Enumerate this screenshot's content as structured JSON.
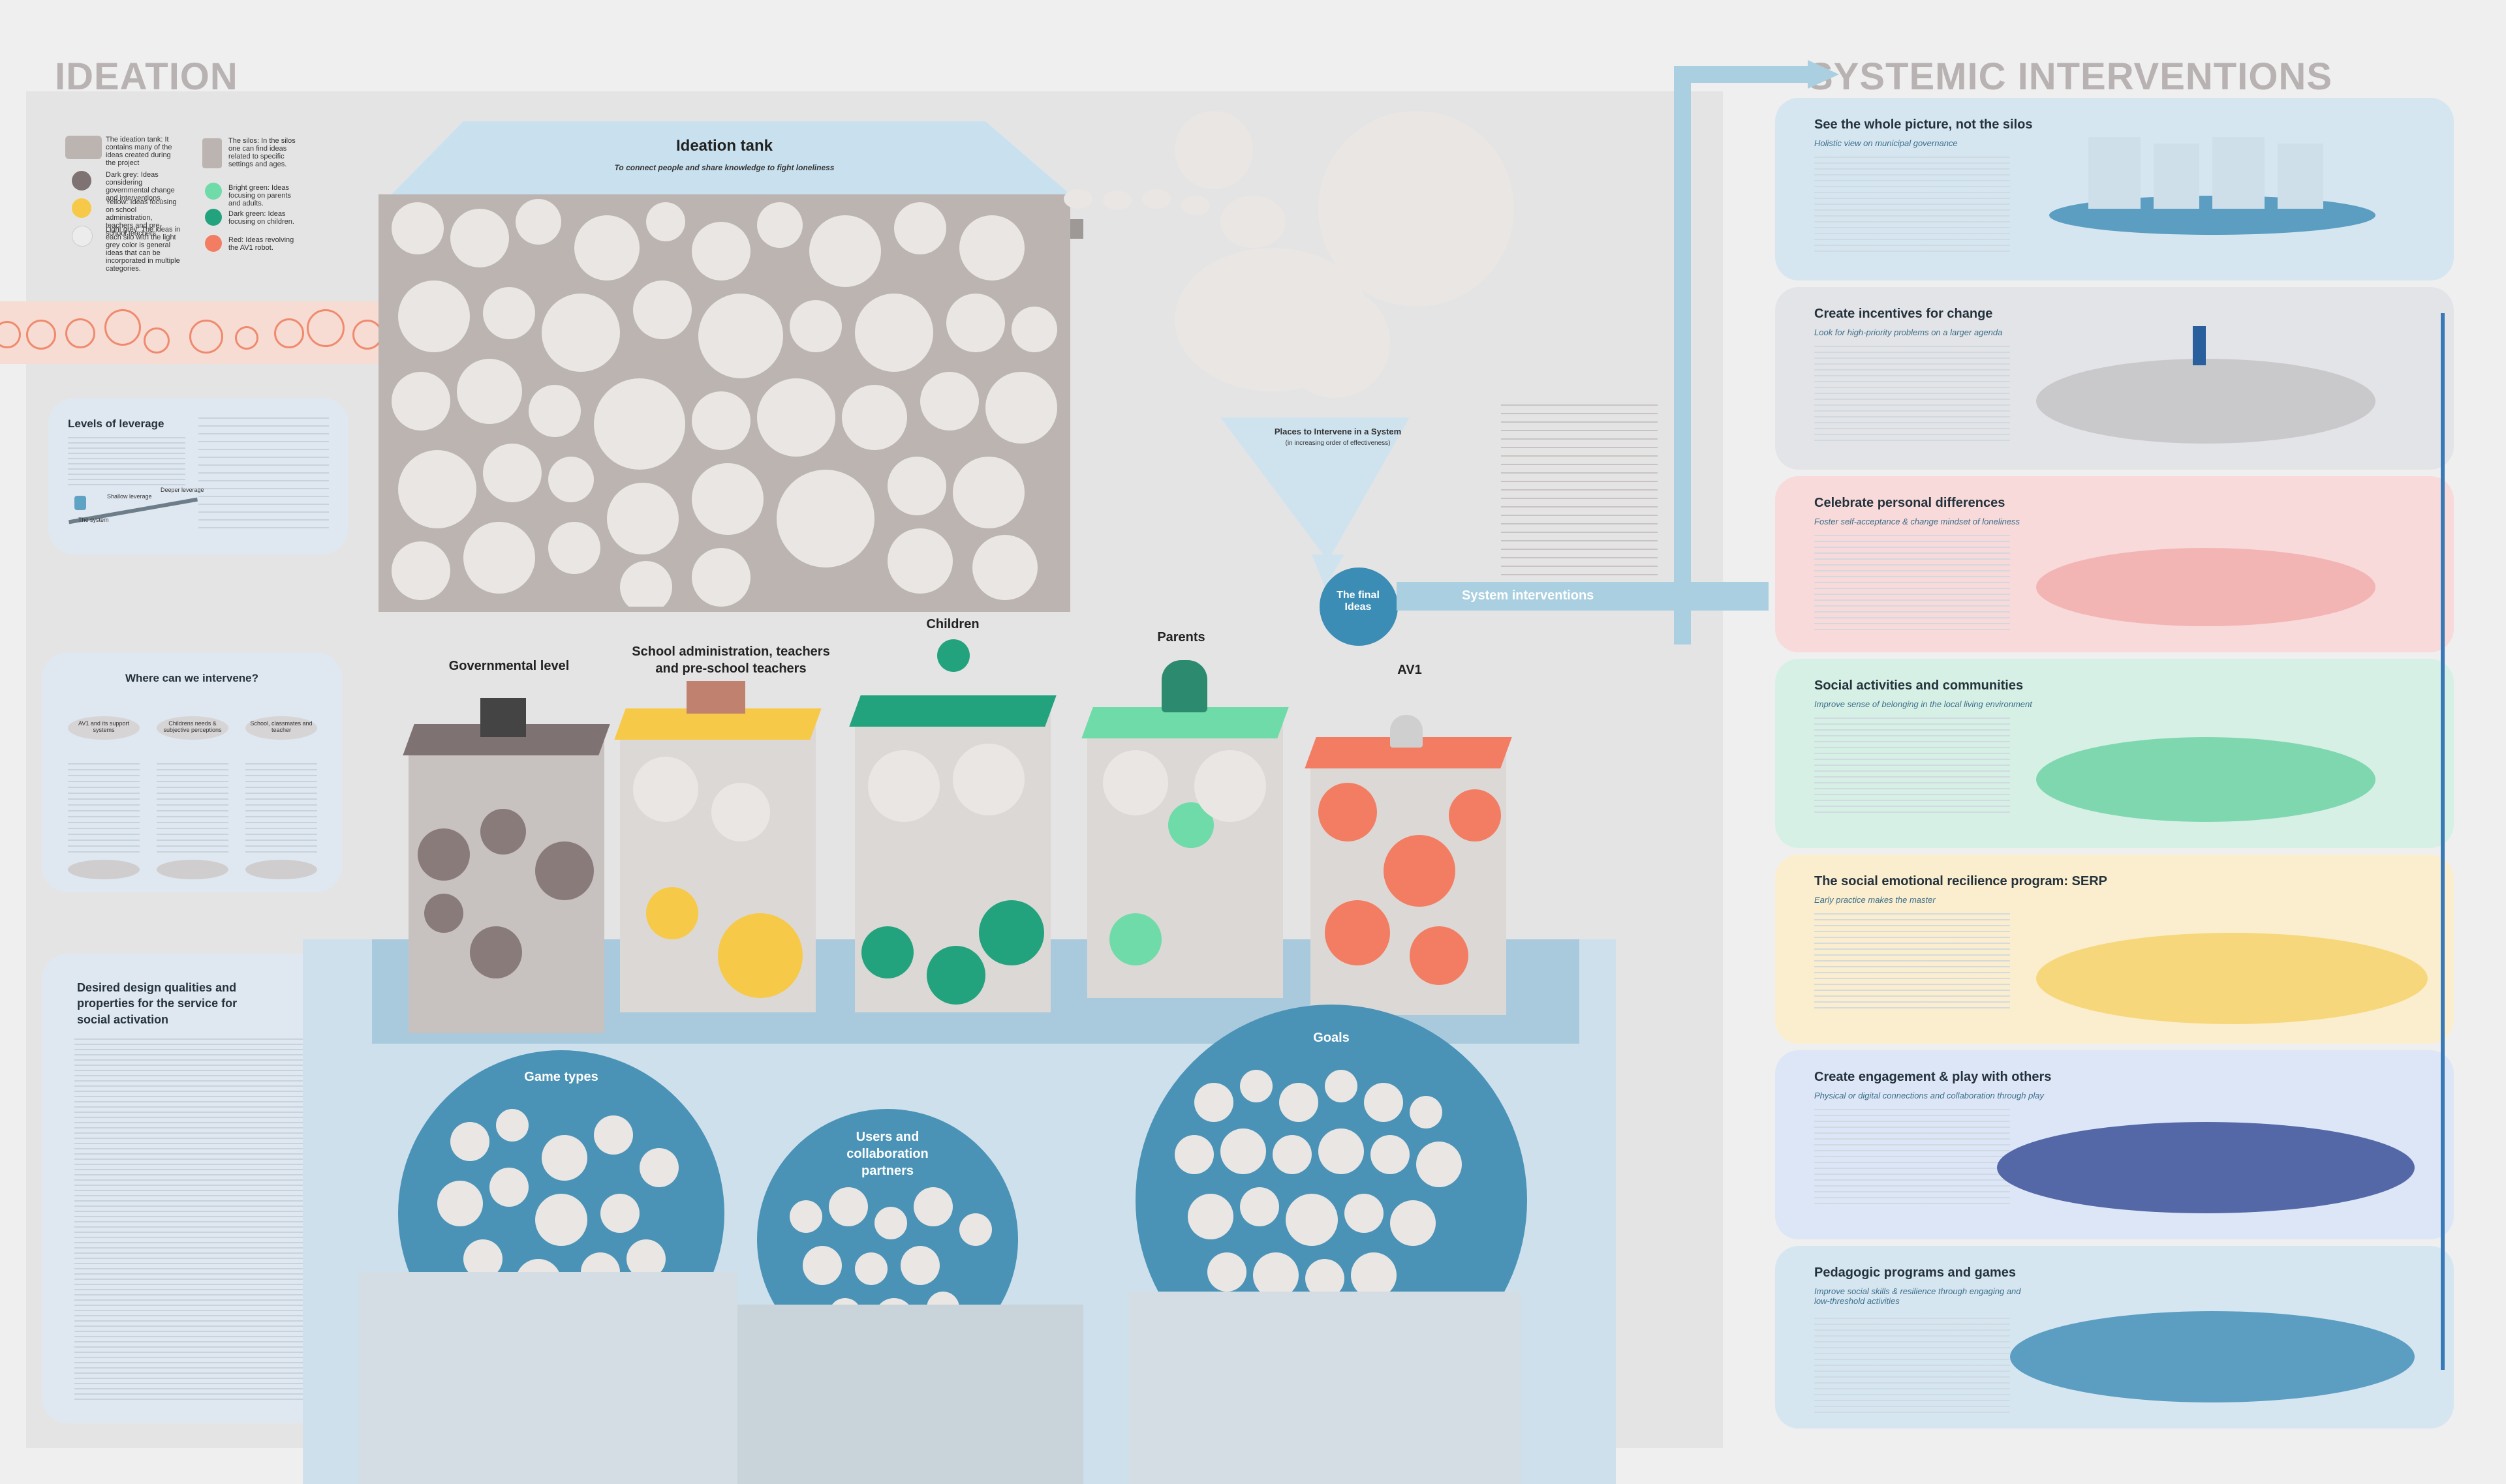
{
  "titles": {
    "ideation": "IDEATION",
    "systemic": "SYSTEMIC INTERVENTIONS"
  },
  "ideation_tank": {
    "title": "Ideation tank",
    "subtitle": "To connect people and share knowledge to fight loneliness"
  },
  "funnel": {
    "title": "Places to Intervene in a System",
    "subtitle": "(in increasing order of effectiveness)",
    "final_ideas": "The final Ideas",
    "system_interventions": "System interventions"
  },
  "left_panels": {
    "levels": {
      "title": "Levels of leverage",
      "shallow": "Shallow leverage",
      "deeper": "Deeper leverage",
      "the_system": "The system"
    },
    "where": {
      "title": "Where can we intervene?",
      "options": [
        "AV1 and its support systems",
        "Childrens needs & subjective perceptions",
        "School, classmates and teacher"
      ]
    },
    "design": {
      "title": "Desired design qualities and properties for the service for social activation"
    }
  },
  "stakeholders": {
    "governmental": "Governmental level",
    "school": "School administration, teachers and pre-school teachers",
    "children": "Children",
    "parents": "Parents",
    "av1": "AV1"
  },
  "bottom_circles": {
    "game_types": "Game types",
    "users": "Users and collaboration partners",
    "goals": "Goals"
  },
  "legend": {
    "tank": "The ideation tank: It contains many of the ideas created during the project",
    "dark_grey": "Dark grey: Ideas considering governmental change and interventions.",
    "yellow": "Yellow: Ideas focusing on school administration, teachers and pre-school teachers.",
    "light_grey": "Light grey: The ideas in each silo with the light grey color is general ideas that can be incorporated in multiple categories.",
    "silo": "The silos: In the silos one can find ideas related to specific settings and ages.",
    "bright_green": "Bright green: Ideas focusing on parents and adults.",
    "dark_green": "Dark green: Ideas focusing on children.",
    "red": "Red: Ideas revolving the AV1 robot."
  },
  "interventions": [
    {
      "title": "See the whole picture, not the silos",
      "subtitle": "Holistic view on municipal governance"
    },
    {
      "title": "Create incentives for change",
      "subtitle": "Look for high-priority problems on a larger agenda"
    },
    {
      "title": "Celebrate personal differences",
      "subtitle": "Foster self-acceptance & change mindset of loneliness"
    },
    {
      "title": "Social activities and communities",
      "subtitle": "Improve sense of belonging in the local living environment"
    },
    {
      "title": "The social emotional recilience program: SERP",
      "subtitle": "Early practice makes the master"
    },
    {
      "title": "Create engagement & play with others",
      "subtitle": "Physical or digital connections and collaboration through play"
    },
    {
      "title": "Pedagogic programs and games",
      "subtitle": "Improve social skills & resilience through engaging and low-threshold activities"
    }
  ],
  "colors": {
    "tank": "#bbb4b1",
    "blue_panel": "#dbe6f0",
    "arrow": "#a9cfe0",
    "gov": "#7f7272",
    "yellow": "#f7c948",
    "dark_green": "#23a37d",
    "bright_green": "#6fdba8",
    "red": "#f27d62",
    "bubble_blue": "#4a93b6"
  }
}
